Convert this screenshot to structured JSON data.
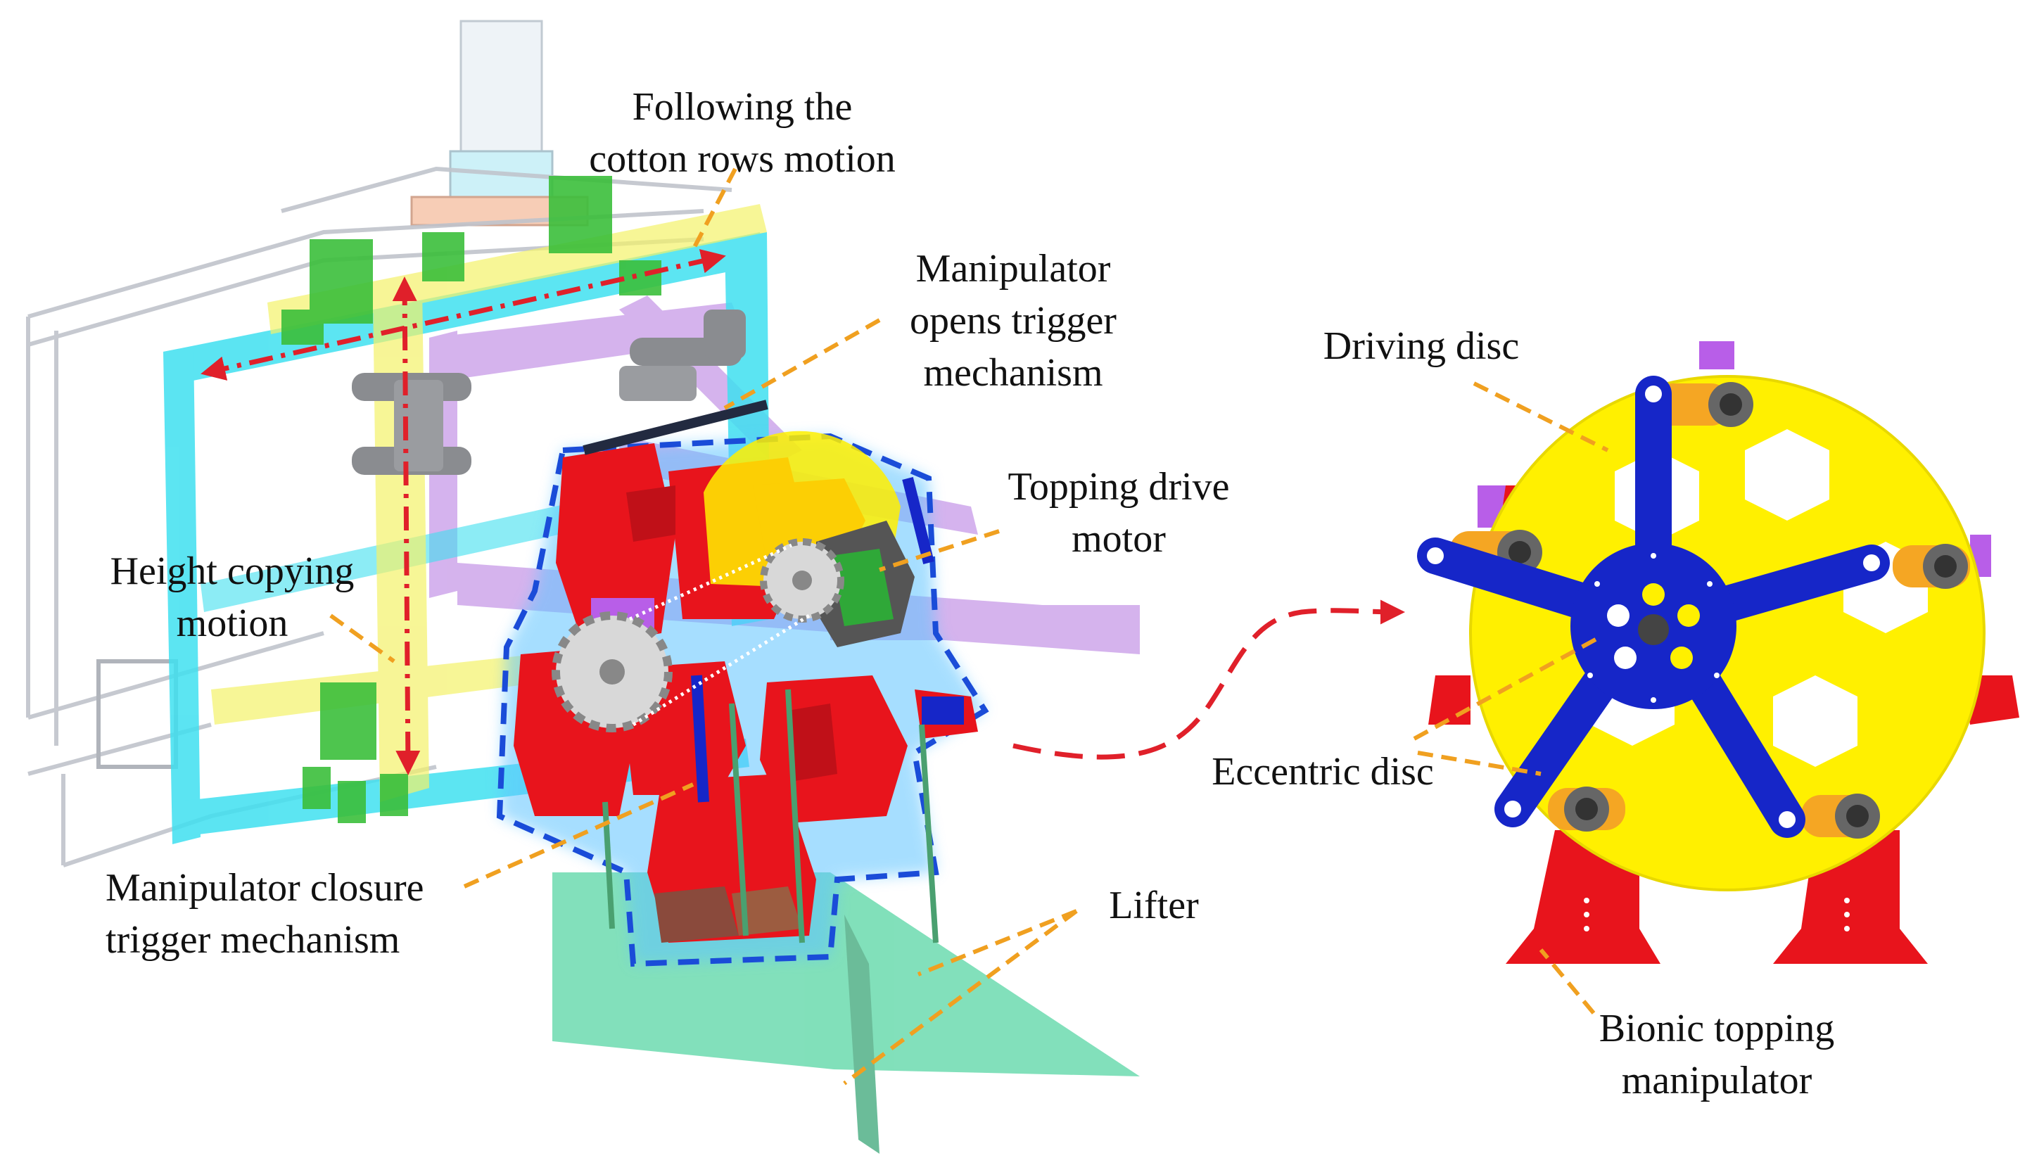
{
  "labels": {
    "following_motion": [
      "Following the",
      "cotton rows motion"
    ],
    "opens_trigger": [
      "Manipulator",
      "opens trigger",
      "mechanism"
    ],
    "topping_motor": [
      "Topping drive",
      "motor"
    ],
    "height_copying": [
      "Height copying",
      "motion"
    ],
    "closure_trigger": [
      "Manipulator closure",
      "trigger mechanism"
    ],
    "lifter": "Lifter",
    "driving_disc": "Driving disc",
    "eccentric_disc": "Eccentric disc",
    "bionic_manipulator": [
      "Bionic topping",
      "manipulator"
    ]
  },
  "colors": {
    "frame_cyan": "#3fe0f0",
    "frame_yellow": "#f4f26a",
    "frame_purple": "#c79ae8",
    "manipulator_red": "#e8141c",
    "disc_yellow": "#fff000",
    "arm_blue": "#1626c8",
    "lifter_green": "#58d6a4",
    "leader_orange": "#f0a020",
    "arrow_red": "#e0202a",
    "motor_gray": "#555555",
    "clamp_green": "#3bbf3b",
    "crank_orange": "#f5a623"
  }
}
